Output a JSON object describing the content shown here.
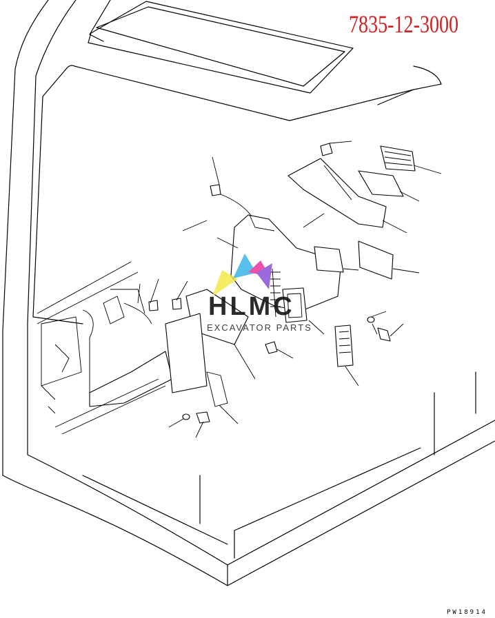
{
  "part_number": "7835-12-3000",
  "drawing_code": "PW18914",
  "watermark": {
    "brand": "HLMC",
    "tagline": "EXCAVATOR PARTS",
    "colors": [
      "#f5e94a",
      "#39b6e8",
      "#e8369b",
      "#8a4fd6"
    ]
  },
  "colors": {
    "part_number": "#d32020",
    "line": "#000000",
    "background": "#ffffff"
  }
}
